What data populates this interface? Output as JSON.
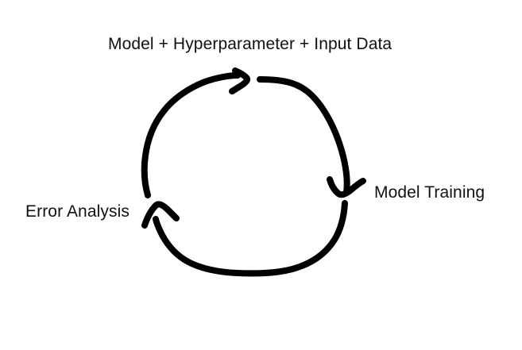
{
  "diagram": {
    "type": "cycle",
    "title": "",
    "background_color": "#ffffff",
    "stroke_color": "#000000",
    "text_color": "#111111",
    "nodes": [
      {
        "id": "input",
        "label": "Model + Hyperparameter + Input Data",
        "position": "top"
      },
      {
        "id": "training",
        "label": "Model Training",
        "position": "right"
      },
      {
        "id": "error",
        "label": "Error Analysis",
        "position": "left"
      }
    ],
    "edges": [
      {
        "id": "edge-error-to-input",
        "from": "error",
        "to": "input",
        "arrow_direction": "right",
        "style": "hand-drawn-arc"
      },
      {
        "id": "edge-input-to-training",
        "from": "input",
        "to": "training",
        "arrow_direction": "down",
        "style": "hand-drawn-arc"
      },
      {
        "id": "edge-training-to-error",
        "from": "training",
        "to": "error",
        "arrow_direction": "up-left",
        "style": "hand-drawn-arc"
      }
    ]
  }
}
